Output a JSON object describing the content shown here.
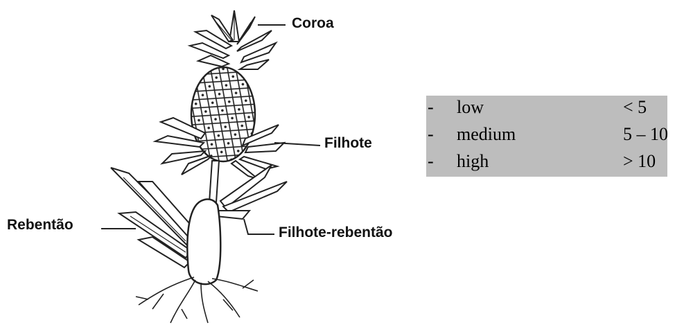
{
  "diagram": {
    "labels": {
      "coroa": "Coroa",
      "filhote": "Filhote",
      "rebentao": "Rebentão",
      "filhote_rebentao": "Filhote-rebentão"
    }
  },
  "legend": {
    "rows": [
      {
        "bullet": "-",
        "label": "low",
        "value": "< 5"
      },
      {
        "bullet": "-",
        "label": "medium",
        "value": "5 – 10"
      },
      {
        "bullet": "-",
        "label": "high",
        "value": "> 10"
      }
    ]
  }
}
